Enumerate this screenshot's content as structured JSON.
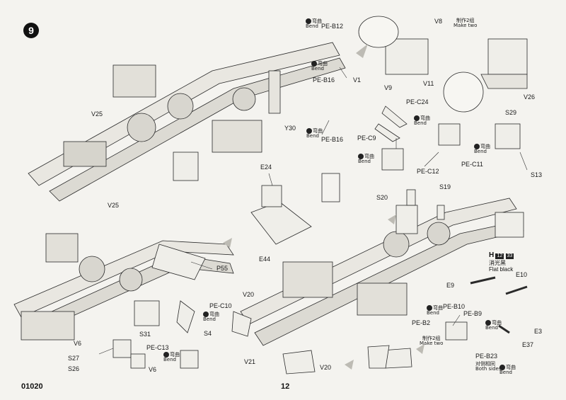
{
  "step": "9",
  "footer": {
    "code": "01020",
    "page_number": "12"
  },
  "paint_callout": {
    "code": "H",
    "num1": "12",
    "num2": "33",
    "cn": "消光黑",
    "en": "Flat black"
  },
  "bend_cn": "弯曲",
  "bend_en": "Bend",
  "make_two_cn": "制作2组",
  "make_two_en": "Make two",
  "both_sides_cn": "对侧相同",
  "both_sides_en": "Both sides",
  "labels": {
    "pe_b12": "PE-B12",
    "pe_b16a": "PE-B16",
    "pe_b16b": "PE-B16",
    "v1": "V1",
    "v8": "V8",
    "v9": "V9",
    "v11": "V11",
    "v26": "V26",
    "v25a": "V25",
    "v25b": "V25",
    "y30": "Y30",
    "pe_c24": "PE-C24",
    "pe_c9": "PE-C9",
    "pe_c12": "PE-C12",
    "pe_c11": "PE-C11",
    "s29": "S29",
    "s13": "S13",
    "e24": "E24",
    "e44": "E44",
    "s20": "S20",
    "s19": "S19",
    "p55": "P55",
    "v20a": "V20",
    "v20b": "V20",
    "v21": "V21",
    "pe_c10": "PE-C10",
    "pe_c13": "PE-C13",
    "s4": "S4",
    "s31": "S31",
    "v6a": "V6",
    "v6b": "V6",
    "s27": "S27",
    "s26": "S26",
    "pe_b2": "PE-B2",
    "pe_b10": "PE-B10",
    "pe_b9": "PE-B9",
    "pe_b23": "PE-B23",
    "e9": "E9",
    "e10": "E10",
    "e3": "E3",
    "e37": "E37"
  }
}
